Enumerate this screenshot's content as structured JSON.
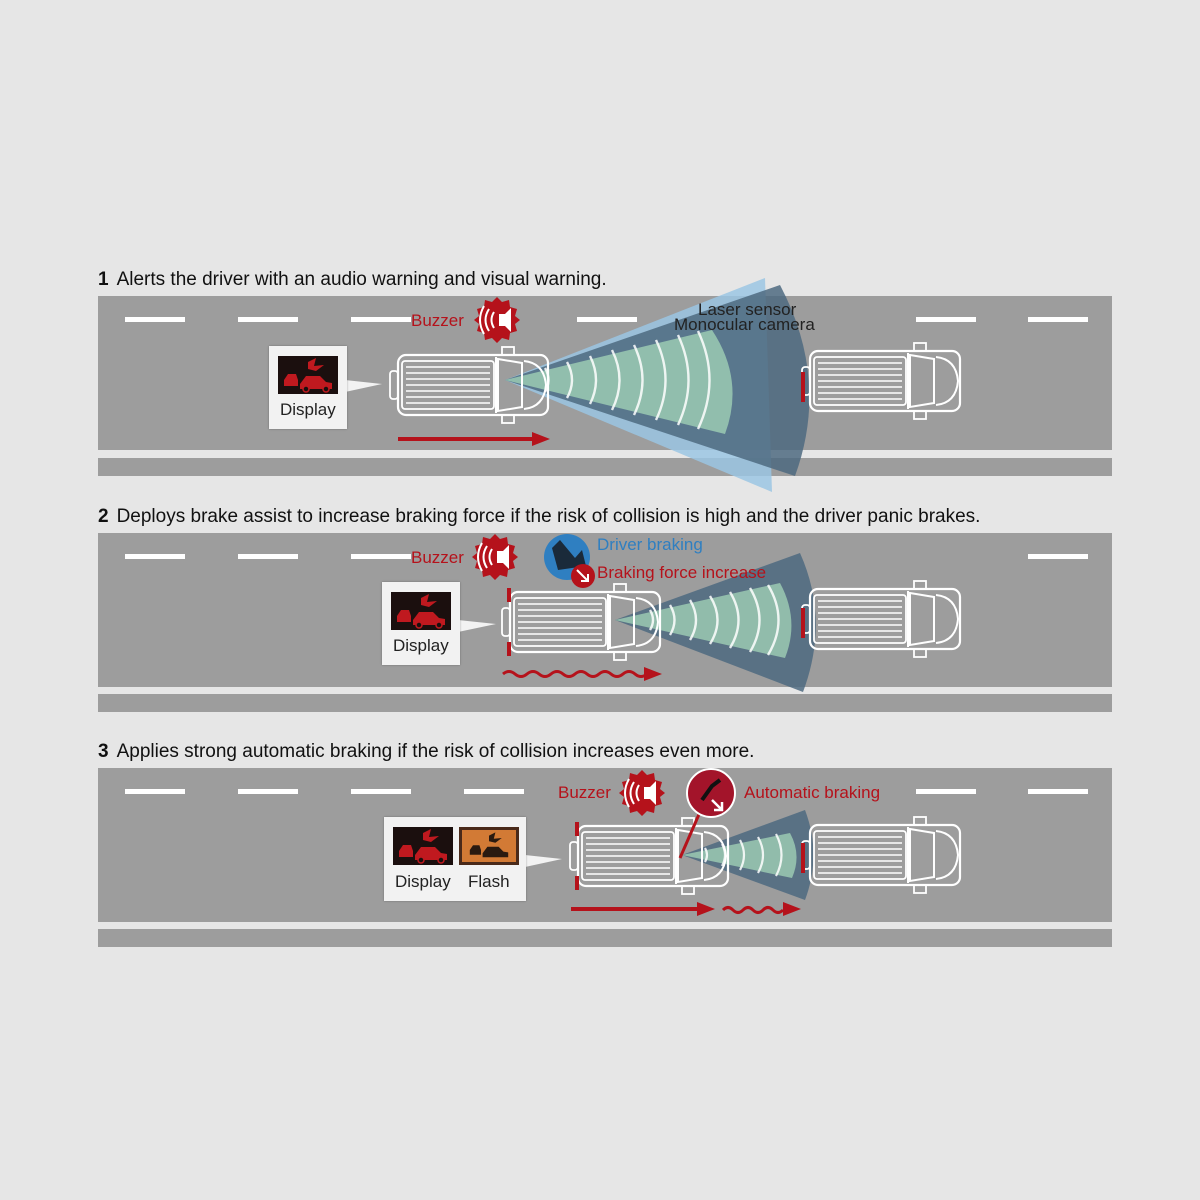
{
  "steps": [
    {
      "number": "1",
      "heading": "Alerts the driver with an audio warning and visual warning.",
      "buzzer_label": "Buzzer",
      "sensor_label_1": "Laser sensor",
      "sensor_label_2": "Monocular camera",
      "display_label": "Display"
    },
    {
      "number": "2",
      "heading": "Deploys brake assist to increase braking force if the risk of collision is high and the driver panic brakes.",
      "buzzer_label": "Buzzer",
      "driver_braking_label": "Driver braking",
      "braking_force_label": "Braking force increase",
      "display_label": "Display"
    },
    {
      "number": "3",
      "heading": "Applies strong automatic braking if the risk of collision increases even more.",
      "buzzer_label": "Buzzer",
      "automatic_braking_label": "Automatic braking",
      "display_label": "Display",
      "flash_label": "Flash"
    }
  ],
  "icons": [
    "buzzer-icon",
    "brake-pedal-icon",
    "automatic-brake-icon",
    "collision-warning-icon",
    "truck-icon",
    "arrow-icon"
  ],
  "colors": {
    "background": "#e6e6e6",
    "road": "#9d9d9d",
    "lane_marking": "#ffffff",
    "warning_red": "#b5121b",
    "driver_blue": "#2f7fc1",
    "sensor_beam": "#4d6a80",
    "sensor_arc": "#9fcfb5",
    "flash_orange": "#d27a35"
  }
}
